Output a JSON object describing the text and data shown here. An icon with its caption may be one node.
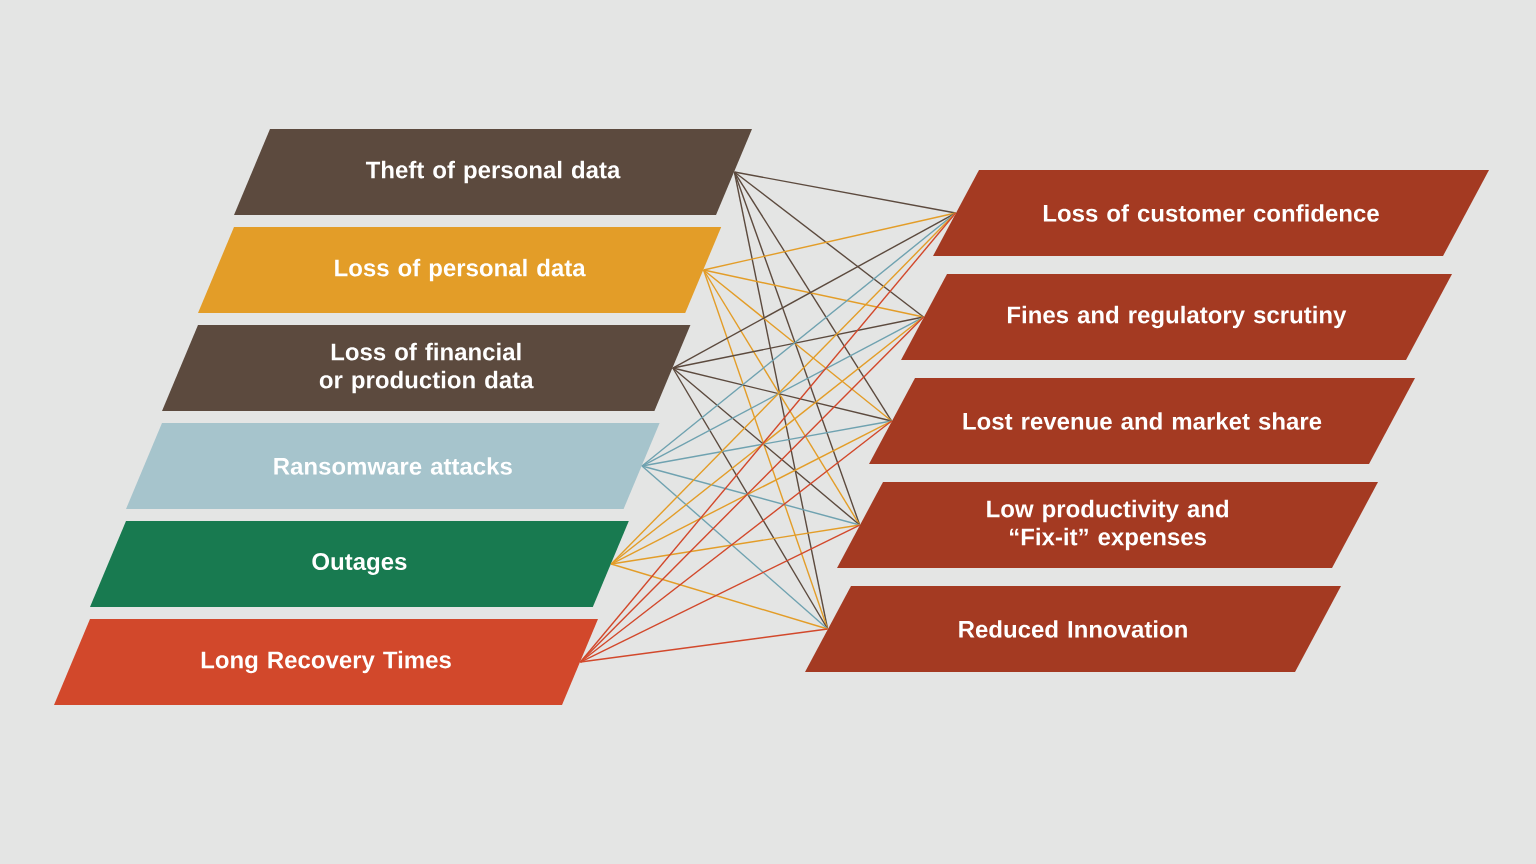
{
  "diagram": {
    "nodes": [
      {
        "text": [
          "Theft of personal data"
        ]
      },
      {
        "text": [
          "Loss of personal data"
        ]
      },
      {
        "text": [
          "Loss of financial or production data"
        ]
      },
      {
        "text": [
          "Ransomware attacks"
        ]
      },
      {
        "text": [
          "Outages"
        ]
      },
      {
        "text": [
          "Long Recovery Times"
        ]
      },
      {
        "text": [
          "Loss of customer confidence"
        ]
      },
      {
        "text": [
          "Fines and regulatory scrutiny"
        ]
      },
      {
        "text": [
          "Lost revenue and market share"
        ]
      },
      {
        "text": [
          "Low productivity and “Fix-it” expenses"
        ]
      },
      {
        "text": [
          "Reduced Innovation"
        ]
      }
    ],
    "edges": [
      {
        "from": 0,
        "to": 6,
        "arrow": "none",
        "color": "#5c4a3e"
      },
      {
        "from": 0,
        "to": 7,
        "arrow": "none",
        "color": "#5c4a3e"
      },
      {
        "from": 0,
        "to": 8,
        "arrow": "none",
        "color": "#5c4a3e"
      },
      {
        "from": 0,
        "to": 9,
        "arrow": "none",
        "color": "#5c4a3e"
      },
      {
        "from": 0,
        "to": 10,
        "arrow": "none",
        "color": "#5c4a3e"
      },
      {
        "from": 1,
        "to": 6,
        "arrow": "none",
        "color": "#e39d28"
      },
      {
        "from": 1,
        "to": 7,
        "arrow": "none",
        "color": "#e39d28"
      },
      {
        "from": 1,
        "to": 8,
        "arrow": "none",
        "color": "#e39d28"
      },
      {
        "from": 1,
        "to": 9,
        "arrow": "none",
        "color": "#e39d28"
      },
      {
        "from": 1,
        "to": 10,
        "arrow": "none",
        "color": "#e39d28"
      },
      {
        "from": 2,
        "to": 6,
        "arrow": "none",
        "color": "#5c4a3e"
      },
      {
        "from": 2,
        "to": 7,
        "arrow": "none",
        "color": "#5c4a3e"
      },
      {
        "from": 2,
        "to": 8,
        "arrow": "none",
        "color": "#5c4a3e"
      },
      {
        "from": 2,
        "to": 9,
        "arrow": "none",
        "color": "#5c4a3e"
      },
      {
        "from": 2,
        "to": 10,
        "arrow": "none",
        "color": "#5c4a3e"
      },
      {
        "from": 3,
        "to": 6,
        "arrow": "none",
        "color": "#6fa2b0"
      },
      {
        "from": 3,
        "to": 7,
        "arrow": "none",
        "color": "#6fa2b0"
      },
      {
        "from": 3,
        "to": 8,
        "arrow": "none",
        "color": "#6fa2b0"
      },
      {
        "from": 3,
        "to": 9,
        "arrow": "none",
        "color": "#6fa2b0"
      },
      {
        "from": 3,
        "to": 10,
        "arrow": "none",
        "color": "#6fa2b0"
      },
      {
        "from": 4,
        "to": 6,
        "arrow": "none",
        "color": "#e39d28"
      },
      {
        "from": 4,
        "to": 7,
        "arrow": "none",
        "color": "#e39d28"
      },
      {
        "from": 4,
        "to": 8,
        "arrow": "none",
        "color": "#e39d28"
      },
      {
        "from": 4,
        "to": 9,
        "arrow": "none",
        "color": "#e39d28"
      },
      {
        "from": 4,
        "to": 10,
        "arrow": "none",
        "color": "#e39d28"
      },
      {
        "from": 5,
        "to": 6,
        "arrow": "none",
        "color": "#d2482b"
      },
      {
        "from": 5,
        "to": 7,
        "arrow": "none",
        "color": "#d2482b"
      },
      {
        "from": 5,
        "to": 8,
        "arrow": "none",
        "color": "#d2482b"
      },
      {
        "from": 5,
        "to": 9,
        "arrow": "none",
        "color": "#d2482b"
      },
      {
        "from": 5,
        "to": 10,
        "arrow": "none",
        "color": "#d2482b"
      }
    ]
  }
}
